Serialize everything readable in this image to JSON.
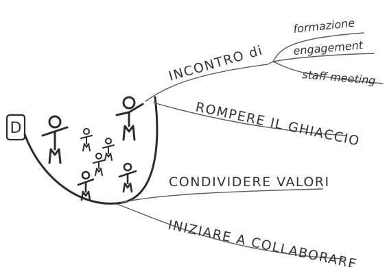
{
  "mind_map": {
    "badge": "D",
    "branches": [
      {
        "label": "INCONTRO di",
        "children": [
          "formazione",
          "engagement",
          "staff meeting"
        ]
      },
      {
        "label": "ROMPERE IL GHIACCIO"
      },
      {
        "label": "CONDIVIDERE VALORI"
      },
      {
        "label": "INIZIARE A COLLABORARE"
      }
    ]
  },
  "colors": {
    "ink": "#2b2b2b",
    "branch": "#5a5a5a",
    "text": "#333333"
  }
}
